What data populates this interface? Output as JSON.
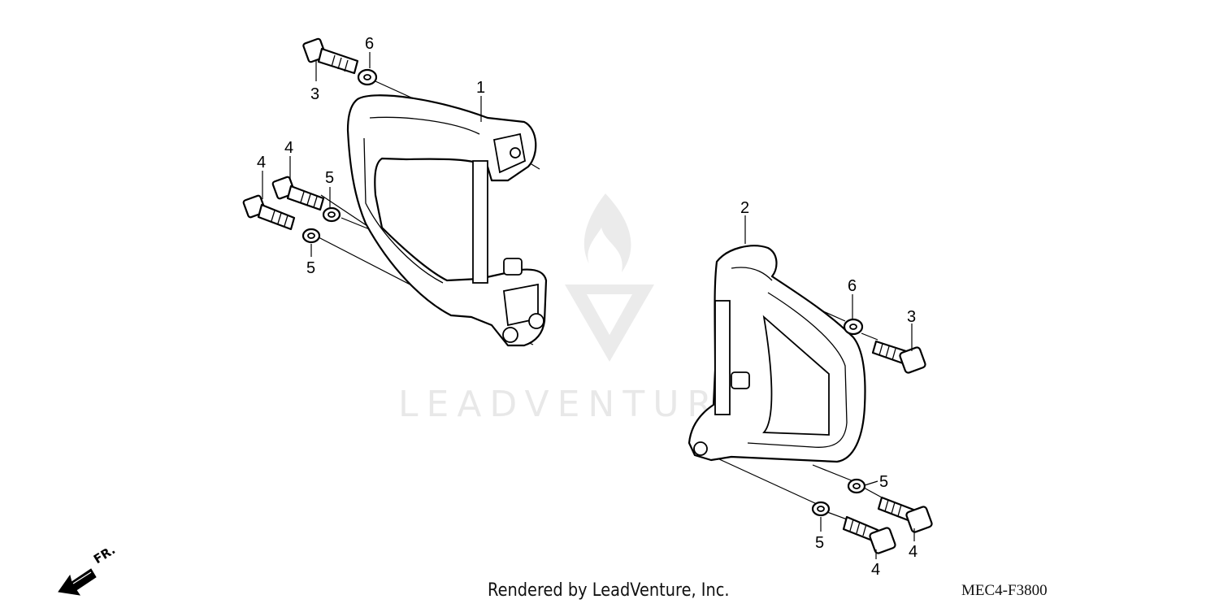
{
  "watermark": {
    "brand": "LEADVENTURE"
  },
  "footer": {
    "credit": "Rendered by LeadVenture, Inc.",
    "diagram_code": "MEC4-F3800"
  },
  "direction_indicator": {
    "label": "FR."
  },
  "callouts": {
    "left_bracket": "1",
    "right_bracket": "2",
    "bolt_top_left": "3",
    "washer_top_left": "6",
    "bolt_left_upper": "4",
    "bolt_left_lower": "4",
    "washer_left_upper": "5",
    "washer_left_lower": "5",
    "washer_right_upper": "6",
    "bolt_right_upper": "3",
    "washer_right_mid": "5",
    "bolt_right_mid": "4",
    "washer_right_low": "5",
    "bolt_right_low": "4"
  }
}
